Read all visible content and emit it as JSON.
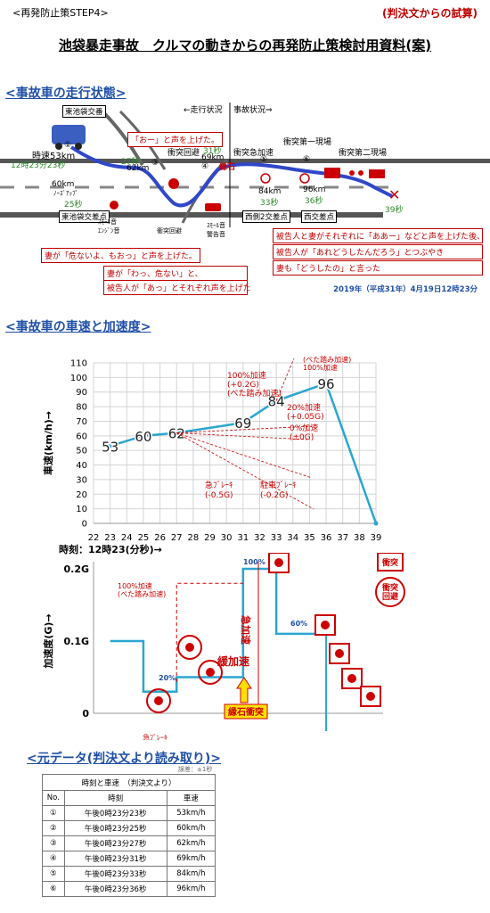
{
  "header": {
    "step": "<再発防止策STEP4>",
    "trial": "(判決文からの試算)",
    "title": "池袋暴走事故　クルマの動きからの再発防止策検討用資料(案)"
  },
  "section1": {
    "title": "<事故車の走行状態>",
    "running": "←走行状況",
    "accident": "事故状況⇒",
    "date": "2019年（平成31年）4月19日12時23分",
    "intersections": {
      "higashi_top": "東池袋交番",
      "higashi": "東池袋交差点",
      "nishi2": "西側2交差点",
      "nishi": "西交差点"
    },
    "points": [
      {
        "no": "①",
        "speed": "時速53km",
        "time": "12時23分23秒"
      },
      {
        "no": "②",
        "speed": "60km",
        "note": "ﾉｰｽﾞｱｯﾌﾟ",
        "time": "25秒"
      },
      {
        "no": "③",
        "speed": "62km",
        "time": "27秒"
      },
      {
        "no": "④",
        "speed": "69km",
        "time": "31秒"
      },
      {
        "no": "⑤",
        "speed": "84km",
        "time": "33秒"
      },
      {
        "no": "⑥",
        "speed": "96km",
        "time": "36秒"
      }
    ],
    "end_time": "39秒",
    "labels": {
      "curb": "縁石",
      "collision1": "衝突回避",
      "accel": "衝突急加速",
      "site1": "衝突第一現場",
      "site2": "衝突第二現場",
      "avoid2": "衝突回避",
      "small_sound": "ｽﾓｰﾙ音\nｴﾝｼﾞﾝ音",
      "warning": "ｽﾓｰﾙ音\n警告音"
    },
    "quotes": {
      "oh": "「おー」と声を上げた。",
      "wife1": "妻が「危ないよ、もおっ」と声を上げた。",
      "wife2a": "妻が「わっ、危ない」と、",
      "wife2b": "被告人が「あっ」とそれぞれ声を上げた",
      "right1": "被告人と妻がそれぞれに「ああー」などと声を上げた後、",
      "right2": "被告人が「あれどうしたんだろう」とつぶやき",
      "right3": "妻も「どうしたの」と言った"
    }
  },
  "section2": {
    "title": "<事故車の車速と加速度>",
    "time_label": "時刻：12時23(分秒)→",
    "annotations": {
      "acc100a": "100%加速\n(+0.2G)\n(べた踏み加速)",
      "acc100b": "(べた踏み加速)\n100%加速",
      "acc20": "20%加速\n(+0.05G)",
      "acc0": "0%加速\n(±0G)",
      "brake_hard": "急ﾌﾞﾚｰｷ\n(-0.5G)",
      "brake_park": "駐車ﾌﾞﾚｰｷ\n(-0.2G)",
      "acc100_low": "100%加速\n(べた踏み加速)",
      "p20": "20%",
      "p100": "100%",
      "p60": "60%",
      "slow_acc": "緩加速",
      "rapid_acc": "急加速",
      "curb_hit": "縁石衝突",
      "brake_bottom": "急ﾌﾞﾚｰｷ",
      "legend_collision": "衝突",
      "legend_avoid": "衝突\n回避"
    }
  },
  "chart_data": [
    {
      "type": "line",
      "ylabel": "車速(km/h)→",
      "x": [
        23,
        25,
        27,
        31,
        33,
        36,
        39
      ],
      "series": [
        {
          "values": [
            53,
            60,
            62,
            69,
            84,
            96,
            0
          ]
        }
      ],
      "data_labels": [
        53,
        60,
        62,
        69,
        84,
        96
      ],
      "xticks": [
        22,
        23,
        24,
        25,
        26,
        27,
        28,
        29,
        30,
        31,
        32,
        33,
        34,
        35,
        36,
        37,
        38,
        39
      ],
      "yticks": [
        0,
        10,
        20,
        30,
        40,
        50,
        60,
        70,
        80,
        90,
        100,
        110
      ],
      "xlim": [
        22,
        39
      ],
      "ylim": [
        0,
        110
      ],
      "grid": true,
      "color": "#2aa6cf"
    },
    {
      "type": "line",
      "ylabel": "加速度(G)→",
      "x": [
        23,
        25,
        25,
        27,
        27,
        31,
        31,
        33,
        33,
        36
      ],
      "series": [
        {
          "values": [
            0.1,
            0.1,
            0.03,
            0.03,
            0.05,
            0.05,
            0.2,
            0.2,
            0.11,
            0.11
          ]
        }
      ],
      "yticks_labels": [
        "0.2G",
        "0.1G",
        "0"
      ],
      "ylim": [
        0,
        0.2
      ],
      "color": "#2aa6cf"
    }
  ],
  "section3": {
    "title": "<元データ(判決文より読み取り)>",
    "note": "誤差：±1秒",
    "caption": "時刻と車速　（判決文より）",
    "columns": [
      "No.",
      "時刻",
      "車速"
    ],
    "rows": [
      [
        "①",
        "午後0時23分23秒",
        "53km/h"
      ],
      [
        "②",
        "午後0時23分25秒",
        "60km/h"
      ],
      [
        "③",
        "午後0時23分27秒",
        "62km/h"
      ],
      [
        "④",
        "午後0時23分31秒",
        "69km/h"
      ],
      [
        "⑤",
        "午後0時23分33秒",
        "84km/h"
      ],
      [
        "⑥",
        "午後0時23分36秒",
        "96km/h"
      ]
    ]
  }
}
